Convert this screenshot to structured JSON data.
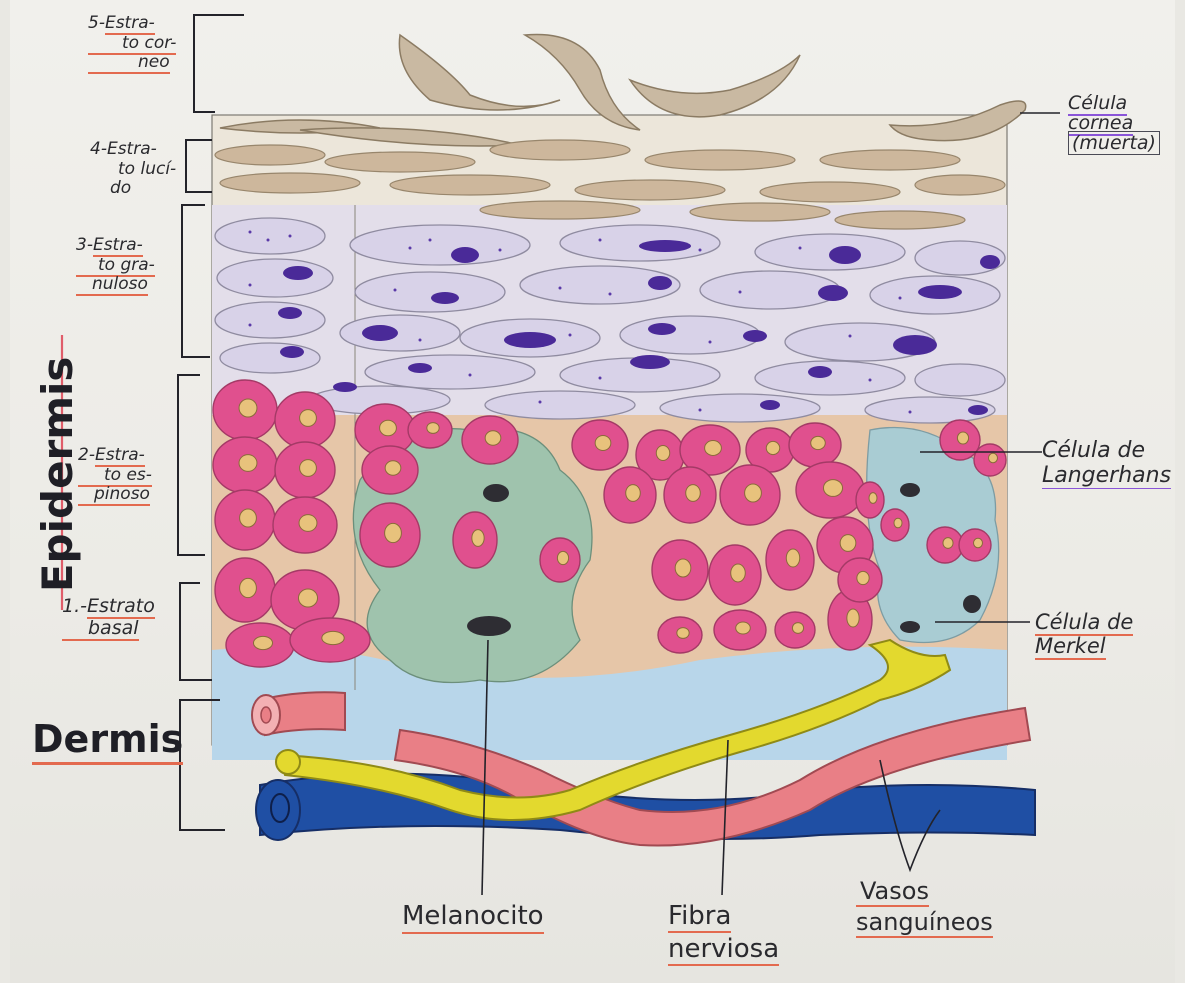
{
  "title": "",
  "regions": {
    "epidermis": "Epidermis",
    "dermis": "Dermis"
  },
  "layers": [
    {
      "number": "5-",
      "name_l1": "Estra-",
      "name_l2": "to cor-",
      "name_l3": "neo"
    },
    {
      "number": "4-",
      "name_l1": "Estra-",
      "name_l2": "to lucí-",
      "name_l3": "do"
    },
    {
      "number": "3-",
      "name_l1": "Estra-",
      "name_l2": "to gra-",
      "name_l3": "nuloso"
    },
    {
      "number": "2-",
      "name_l1": "Estra-",
      "name_l2": "to es-",
      "name_l3": "pinoso"
    },
    {
      "number": "1.-",
      "name_l1": "Estrato",
      "name_l2": "basal",
      "name_l3": ""
    }
  ],
  "right_labels": {
    "celula_cornea": {
      "l1": "Célula",
      "l2": "cornea",
      "l3": "(muerta)"
    },
    "langerhans": {
      "l1": "Célula de",
      "l2": "Langerhans"
    },
    "merkel": {
      "l1": "Célula de",
      "l2": "Merkel"
    }
  },
  "bottom_labels": {
    "melanocito": "Melanocito",
    "fibra": {
      "l1": "Fibra",
      "l2": "nerviosa"
    },
    "vasos": {
      "l1": "Vasos",
      "l2": "sanguíneos"
    }
  },
  "colors": {
    "corneum": "#c9b9a2",
    "granular": "#d3cde6",
    "granular_nucleus": "#4a2a98",
    "spinous_cell": "#e0508e",
    "spinous_nucleus": "#e8c27c",
    "melanocyte": "#9fc3ad",
    "langerhans": "#a9ccd3",
    "dermis": "#b8d6ea",
    "artery": "#e97f86",
    "vein": "#1f4fa4",
    "nerve": "#e3d92e",
    "underline_red": "#e36a4f",
    "underline_purple": "#8a55d8"
  }
}
